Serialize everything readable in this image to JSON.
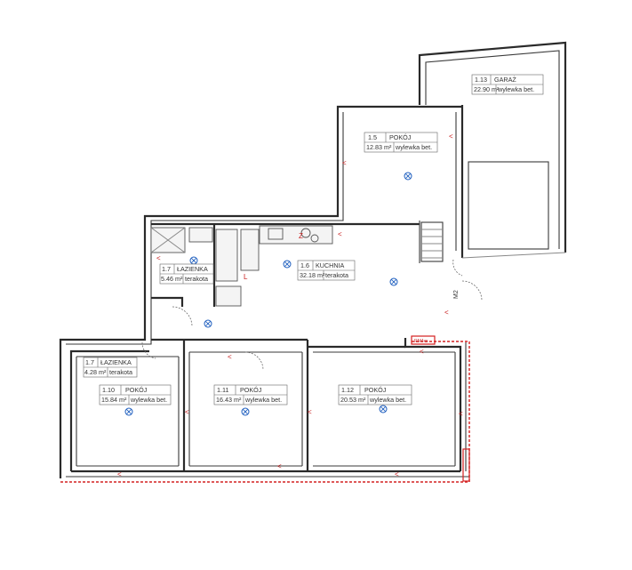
{
  "rooms": [
    {
      "id": "r113",
      "number": "1.13",
      "name": "GARAŻ",
      "area": "22.90 m²",
      "finish": "wylewka bet."
    },
    {
      "id": "r15",
      "number": "1.5",
      "name": "POKÓJ",
      "area": "12.83 m²",
      "finish": "wylewka bet."
    },
    {
      "id": "r17a",
      "number": "1.7",
      "name": "ŁAZIENKA",
      "area": "5.46 m²",
      "finish": "terakota"
    },
    {
      "id": "r16",
      "number": "1.6",
      "name": "KUCHNIA",
      "area": "32.18 m²",
      "finish": "terakota"
    },
    {
      "id": "r17b",
      "number": "1.7",
      "name": "ŁAZIENKA",
      "area": "4.28 m²",
      "finish": "terakota"
    },
    {
      "id": "r110",
      "number": "1.10",
      "name": "POKÓJ",
      "area": "15.84 m²",
      "finish": "wylewka bet."
    },
    {
      "id": "r111",
      "number": "1.11",
      "name": "POKÓJ",
      "area": "16.43 m²",
      "finish": "wylewka bet."
    },
    {
      "id": "r112",
      "number": "1.12",
      "name": "POKÓJ",
      "area": "20.53 m²",
      "finish": "wylewka bet."
    }
  ],
  "annotations": {
    "riser": "M2",
    "red_tag": "RM4xx",
    "kitchen_z": "Z",
    "socket_letter": "L"
  },
  "colors": {
    "walls": "#2a2a2a",
    "electrical": "#d42020",
    "lighting": "#1f5fbf"
  },
  "icons": [
    "ceiling-lamp-icon",
    "switch-icon",
    "door-swing-icon",
    "stair-icon"
  ]
}
